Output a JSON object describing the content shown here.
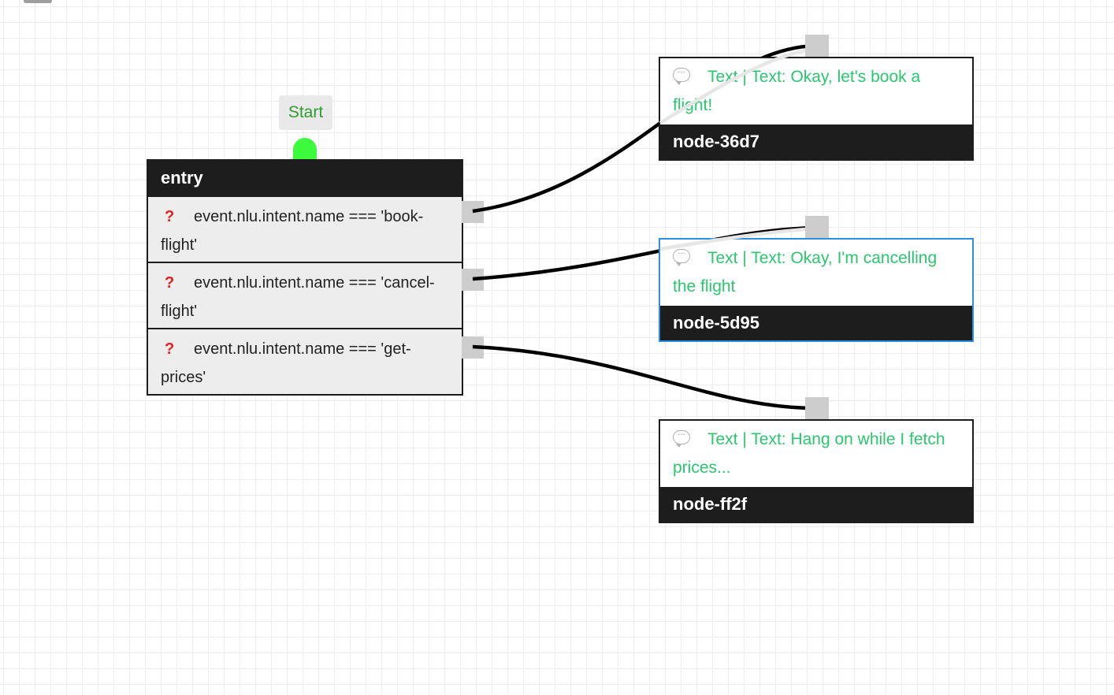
{
  "start": {
    "label": "Start"
  },
  "entry": {
    "title": "entry",
    "conditions": [
      {
        "icon": "question-icon",
        "icon_glyph": "?",
        "text": "event.nlu.intent.name === 'book-flight'"
      },
      {
        "icon": "question-icon",
        "icon_glyph": "?",
        "text": "event.nlu.intent.name === 'cancel-flight'"
      },
      {
        "icon": "question-icon",
        "icon_glyph": "?",
        "text": "event.nlu.intent.name === 'get-prices'"
      }
    ]
  },
  "nodes": [
    {
      "icon": "chat-bubble-icon",
      "text": "Text | Text: Okay, let's book a flight!",
      "name": "node-36d7",
      "selected": false
    },
    {
      "icon": "chat-bubble-icon",
      "text": "Text | Text: Okay, I'm cancelling the flight",
      "name": "node-5d95",
      "selected": true
    },
    {
      "icon": "chat-bubble-icon",
      "text": "Text | Text: Hang on while I fetch prices...",
      "name": "node-ff2f",
      "selected": false
    }
  ],
  "colors": {
    "node_header": "#1d1d1d",
    "node_text": "#2cc66e",
    "start_text": "#2e9d2e",
    "start_port": "#3cfa3c",
    "condition_icon": "#e02020",
    "selected_border": "#2d8ee0",
    "port": "#cdcdcd",
    "link": "#000000"
  }
}
